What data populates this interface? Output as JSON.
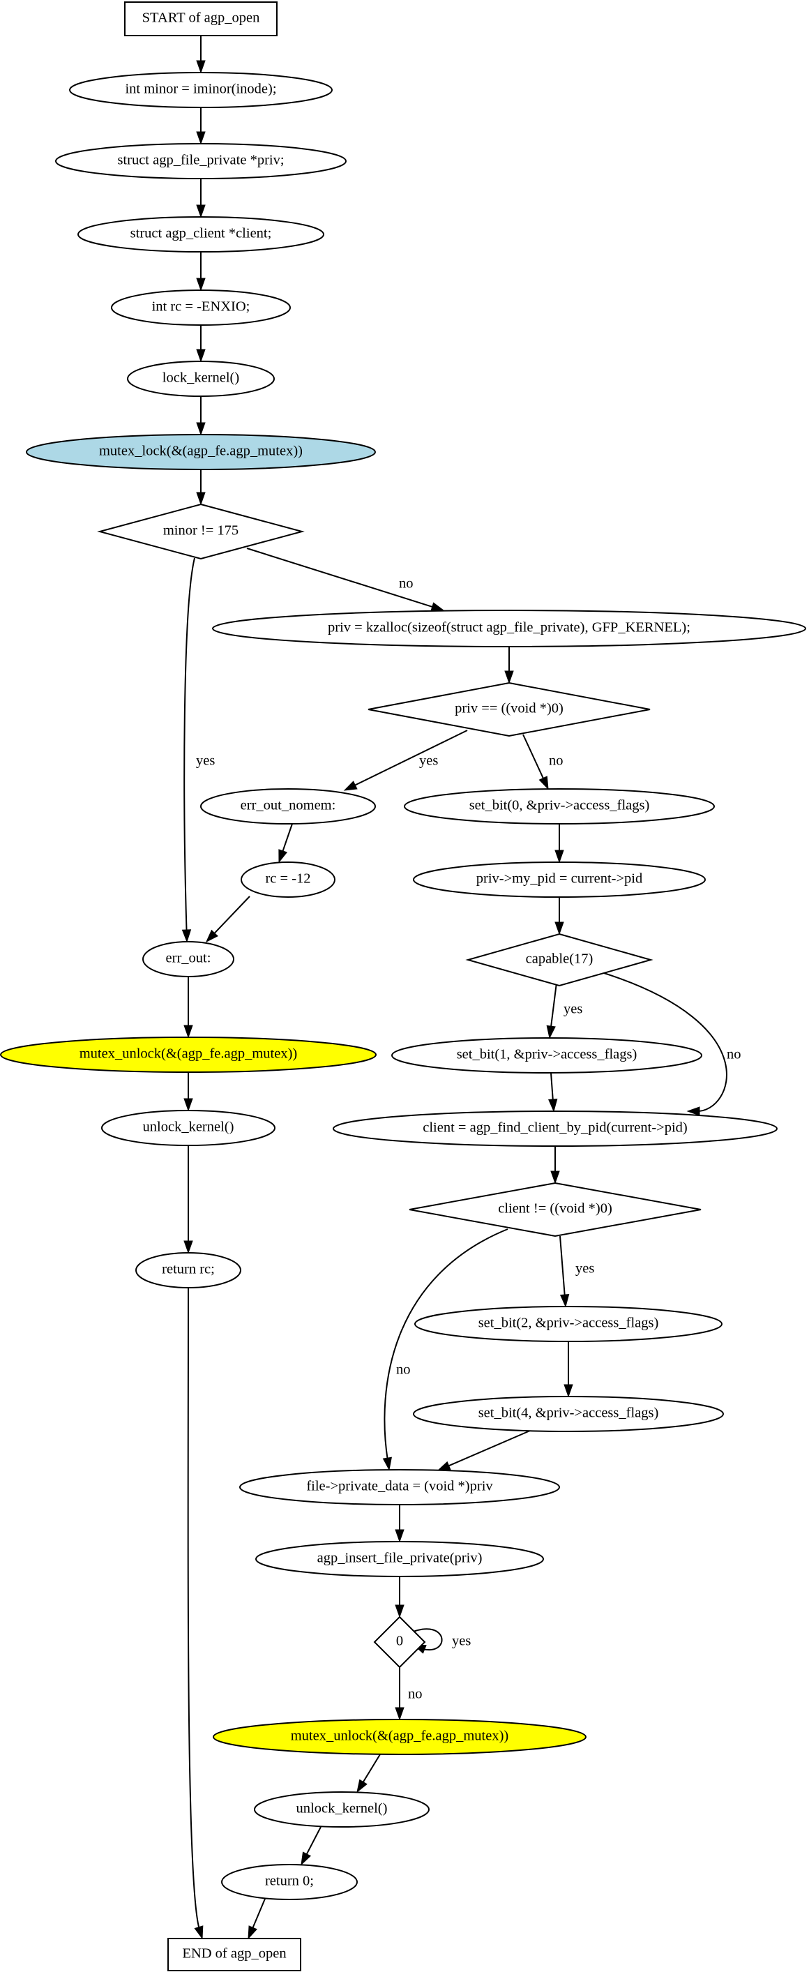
{
  "diagram": {
    "nodes": {
      "start": {
        "label": "START of agp_open",
        "shape": "box"
      },
      "n1": {
        "label": "int minor = iminor(inode);",
        "shape": "ellipse"
      },
      "n2": {
        "label": "struct agp_file_private *priv;",
        "shape": "ellipse"
      },
      "n3": {
        "label": "struct agp_client *client;",
        "shape": "ellipse"
      },
      "n4": {
        "label": "int rc = -ENXIO;",
        "shape": "ellipse"
      },
      "n5": {
        "label": "lock_kernel()",
        "shape": "ellipse"
      },
      "n6": {
        "label": "mutex_lock(&(agp_fe.agp_mutex))",
        "shape": "ellipse",
        "fill": "#add8e6"
      },
      "d1": {
        "label": "minor != 175",
        "shape": "diamond"
      },
      "n7": {
        "label": "priv = kzalloc(sizeof(struct agp_file_private), GFP_KERNEL);",
        "shape": "ellipse"
      },
      "d2": {
        "label": "priv == ((void *)0)",
        "shape": "diamond"
      },
      "n8": {
        "label": "err_out_nomem:",
        "shape": "ellipse"
      },
      "n9": {
        "label": "rc = -12",
        "shape": "ellipse"
      },
      "n10": {
        "label": "err_out:",
        "shape": "ellipse"
      },
      "n11": {
        "label": "mutex_unlock(&(agp_fe.agp_mutex))",
        "shape": "ellipse",
        "fill": "#ffff00"
      },
      "n12": {
        "label": "unlock_kernel()",
        "shape": "ellipse"
      },
      "n13": {
        "label": "return rc;",
        "shape": "ellipse"
      },
      "n14": {
        "label": "set_bit(0, &priv->access_flags)",
        "shape": "ellipse"
      },
      "n15": {
        "label": "priv->my_pid = current->pid",
        "shape": "ellipse"
      },
      "d3": {
        "label": "capable(17)",
        "shape": "diamond"
      },
      "n16": {
        "label": "set_bit(1, &priv->access_flags)",
        "shape": "ellipse"
      },
      "n17": {
        "label": "client = agp_find_client_by_pid(current->pid)",
        "shape": "ellipse"
      },
      "d4": {
        "label": "client != ((void *)0)",
        "shape": "diamond"
      },
      "n18": {
        "label": "set_bit(2, &priv->access_flags)",
        "shape": "ellipse"
      },
      "n19": {
        "label": "set_bit(4, &priv->access_flags)",
        "shape": "ellipse"
      },
      "n20": {
        "label": "file->private_data = (void *)priv",
        "shape": "ellipse"
      },
      "n21": {
        "label": "agp_insert_file_private(priv)",
        "shape": "ellipse"
      },
      "d5": {
        "label": "0",
        "shape": "diamond"
      },
      "n22": {
        "label": "mutex_unlock(&(agp_fe.agp_mutex))",
        "shape": "ellipse",
        "fill": "#ffff00"
      },
      "n23": {
        "label": "unlock_kernel()",
        "shape": "ellipse"
      },
      "n24": {
        "label": "return 0;",
        "shape": "ellipse"
      },
      "end": {
        "label": "END of agp_open",
        "shape": "box"
      }
    },
    "edges": [
      {
        "from": "start",
        "to": "n1",
        "label": ""
      },
      {
        "from": "n1",
        "to": "n2",
        "label": ""
      },
      {
        "from": "n2",
        "to": "n3",
        "label": ""
      },
      {
        "from": "n3",
        "to": "n4",
        "label": ""
      },
      {
        "from": "n4",
        "to": "n5",
        "label": ""
      },
      {
        "from": "n5",
        "to": "n6",
        "label": ""
      },
      {
        "from": "n6",
        "to": "d1",
        "label": ""
      },
      {
        "from": "d1",
        "to": "n7",
        "label": "no"
      },
      {
        "from": "d1",
        "to": "n10",
        "label": "yes"
      },
      {
        "from": "n7",
        "to": "d2",
        "label": ""
      },
      {
        "from": "d2",
        "to": "n8",
        "label": "yes"
      },
      {
        "from": "d2",
        "to": "n14",
        "label": "no"
      },
      {
        "from": "n8",
        "to": "n9",
        "label": ""
      },
      {
        "from": "n9",
        "to": "n10",
        "label": ""
      },
      {
        "from": "n10",
        "to": "n11",
        "label": ""
      },
      {
        "from": "n11",
        "to": "n12",
        "label": ""
      },
      {
        "from": "n12",
        "to": "n13",
        "label": ""
      },
      {
        "from": "n13",
        "to": "end",
        "label": ""
      },
      {
        "from": "n14",
        "to": "n15",
        "label": ""
      },
      {
        "from": "n15",
        "to": "d3",
        "label": ""
      },
      {
        "from": "d3",
        "to": "n16",
        "label": "yes"
      },
      {
        "from": "d3",
        "to": "n17",
        "label": "no"
      },
      {
        "from": "n16",
        "to": "n17",
        "label": ""
      },
      {
        "from": "n17",
        "to": "d4",
        "label": ""
      },
      {
        "from": "d4",
        "to": "n18",
        "label": "yes"
      },
      {
        "from": "d4",
        "to": "n20",
        "label": "no"
      },
      {
        "from": "n18",
        "to": "n19",
        "label": ""
      },
      {
        "from": "n19",
        "to": "n20",
        "label": ""
      },
      {
        "from": "n20",
        "to": "n21",
        "label": ""
      },
      {
        "from": "n21",
        "to": "d5",
        "label": ""
      },
      {
        "from": "d5",
        "to": "d5",
        "label": "yes"
      },
      {
        "from": "d5",
        "to": "n22",
        "label": "no"
      },
      {
        "from": "n22",
        "to": "n23",
        "label": ""
      },
      {
        "from": "n23",
        "to": "n24",
        "label": ""
      },
      {
        "from": "n24",
        "to": "end",
        "label": ""
      }
    ]
  }
}
